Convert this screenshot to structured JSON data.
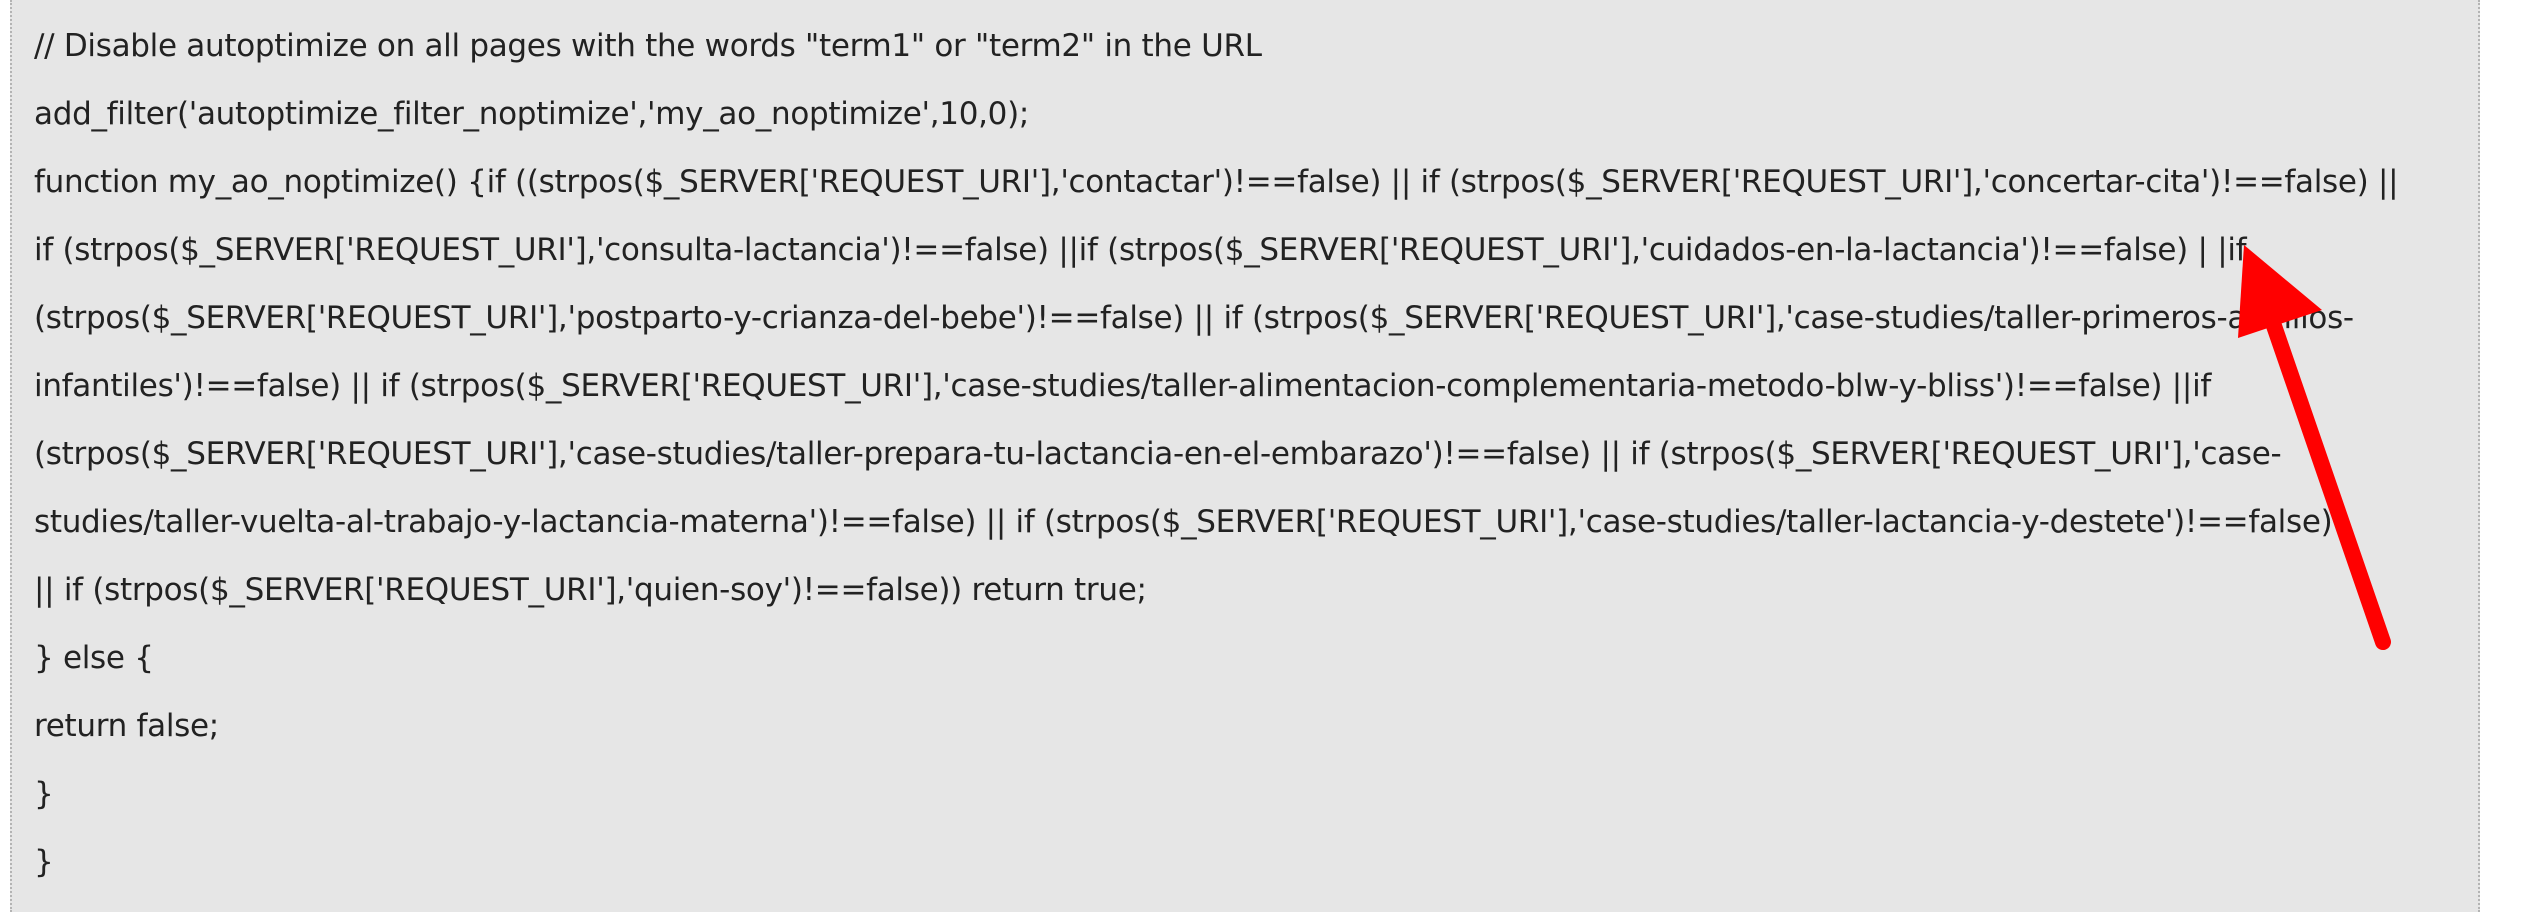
{
  "code_lines": [
    "// Disable autoptimize on all pages with the words \"term1\" or \"term2\" in the URL",
    "add_filter('autoptimize_filter_noptimize','my_ao_noptimize',10,0);",
    "function my_ao_noptimize() {if ((strpos($_SERVER['REQUEST_URI'],'contactar')!==false) || if (strpos($_SERVER['REQUEST_URI'],'concertar-cita')!==false) ||",
    "if (strpos($_SERVER['REQUEST_URI'],'consulta-lactancia')!==false) ||if (strpos($_SERVER['REQUEST_URI'],'cuidados-en-la-lactancia')!==false) | |if",
    "(strpos($_SERVER['REQUEST_URI'],'postparto-y-crianza-del-bebe')!==false) || if (strpos($_SERVER['REQUEST_URI'],'case-studies/taller-primeros-auxilios-",
    "infantiles')!==false) || if (strpos($_SERVER['REQUEST_URI'],'case-studies/taller-alimentacion-complementaria-metodo-blw-y-bliss')!==false) ||if",
    "(strpos($_SERVER['REQUEST_URI'],'case-studies/taller-prepara-tu-lactancia-en-el-embarazo')!==false) || if (strpos($_SERVER['REQUEST_URI'],'case-",
    "studies/taller-vuelta-al-trabajo-y-lactancia-materna')!==false) || if (strpos($_SERVER['REQUEST_URI'],'case-studies/taller-lactancia-y-destete')!==false)",
    "|| if (strpos($_SERVER['REQUEST_URI'],'quien-soy')!==false)) return true;",
    "} else {",
    "return false;",
    "}",
    "}"
  ],
  "colors": {
    "code_background": "#e6e6e6",
    "code_text": "#222222",
    "arrow": "#ff0000"
  },
  "annotation": {
    "shape": "arrow",
    "icon": "red-arrow-icon"
  }
}
